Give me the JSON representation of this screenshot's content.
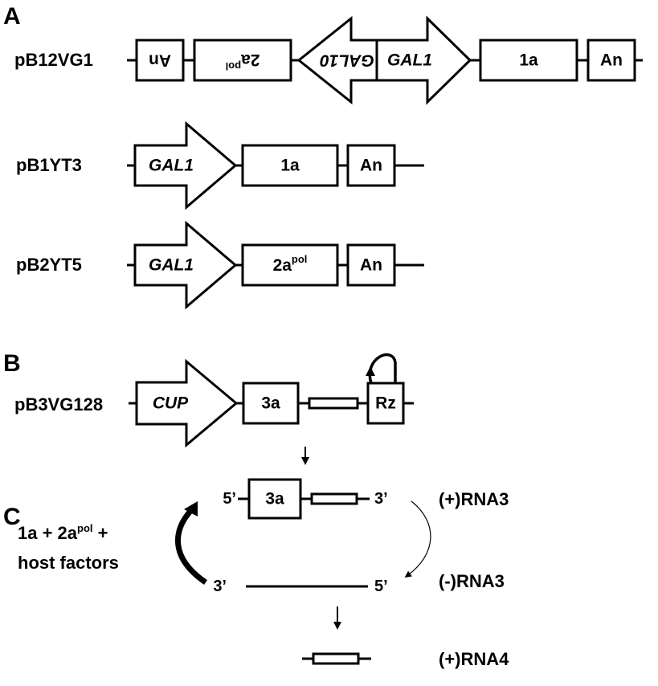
{
  "panels": {
    "a": "A",
    "b": "B",
    "c": "C"
  },
  "constructs": {
    "pB12VG1": {
      "name": "pB12VG1",
      "elements": {
        "an_left": "An",
        "pol2a_base": "2a",
        "pol2a_sup": "pol",
        "gal10": "GAL10",
        "gal1": "GAL1",
        "a1": "1a",
        "an_right": "An"
      }
    },
    "pB1YT3": {
      "name": "pB1YT3",
      "elements": {
        "gal1": "GAL1",
        "a1": "1a",
        "an": "An"
      }
    },
    "pB2YT5": {
      "name": "pB2YT5",
      "elements": {
        "gal1": "GAL1",
        "pol2a_base": "2a",
        "pol2a_sup": "pol",
        "an": "An"
      }
    },
    "pB3VG128": {
      "name": "pB3VG128",
      "elements": {
        "cup": "CUP",
        "a3": "3a",
        "rz": "Rz"
      }
    }
  },
  "replication": {
    "plus_end5": "5’",
    "plus_end3": "3’",
    "minus_end3": "3’",
    "minus_end5": "5’",
    "a3": "3a",
    "plus_rna3": "(+)RNA3",
    "minus_rna3": "(-)RNA3",
    "plus_rna4": "(+)RNA4",
    "factors_line1_pre": "1a + 2a",
    "factors_line1_sup": "pol",
    "factors_line1_post": " +",
    "factors_line2": "host factors"
  }
}
